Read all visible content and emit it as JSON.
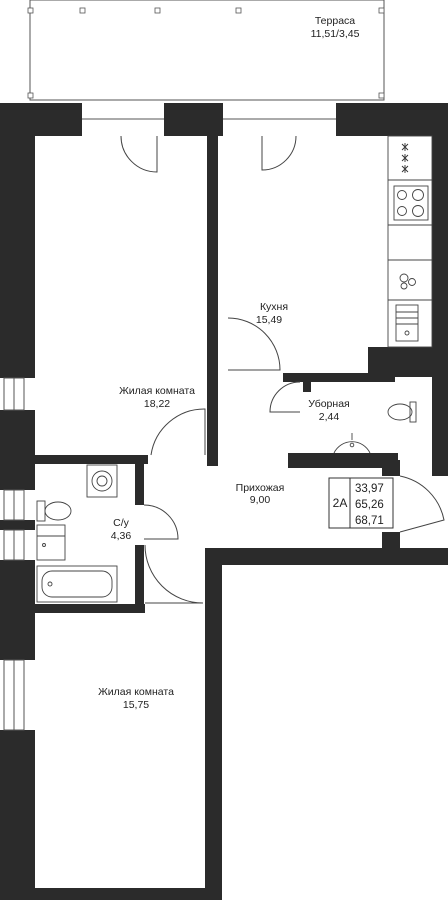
{
  "rooms": {
    "terrace": {
      "name": "Терраса",
      "area": "11,51/3,45"
    },
    "kitchen": {
      "name": "Кухня",
      "area": "15,49"
    },
    "living_top": {
      "name": "Жилая комната",
      "area": "18,22"
    },
    "wc": {
      "name": "Уборная",
      "area": "2,44"
    },
    "hallway": {
      "name": "Прихожая",
      "area": "9,00"
    },
    "bathroom": {
      "name": "С/у",
      "area": "4,36"
    },
    "living_bottom": {
      "name": "Жилая комната",
      "area": "15,75"
    }
  },
  "spec": {
    "type": "2А",
    "areas": [
      "33,97",
      "65,26",
      "68,71"
    ]
  },
  "colors": {
    "wall": "#2b2b2b",
    "line": "#444444",
    "background": "#ffffff"
  }
}
